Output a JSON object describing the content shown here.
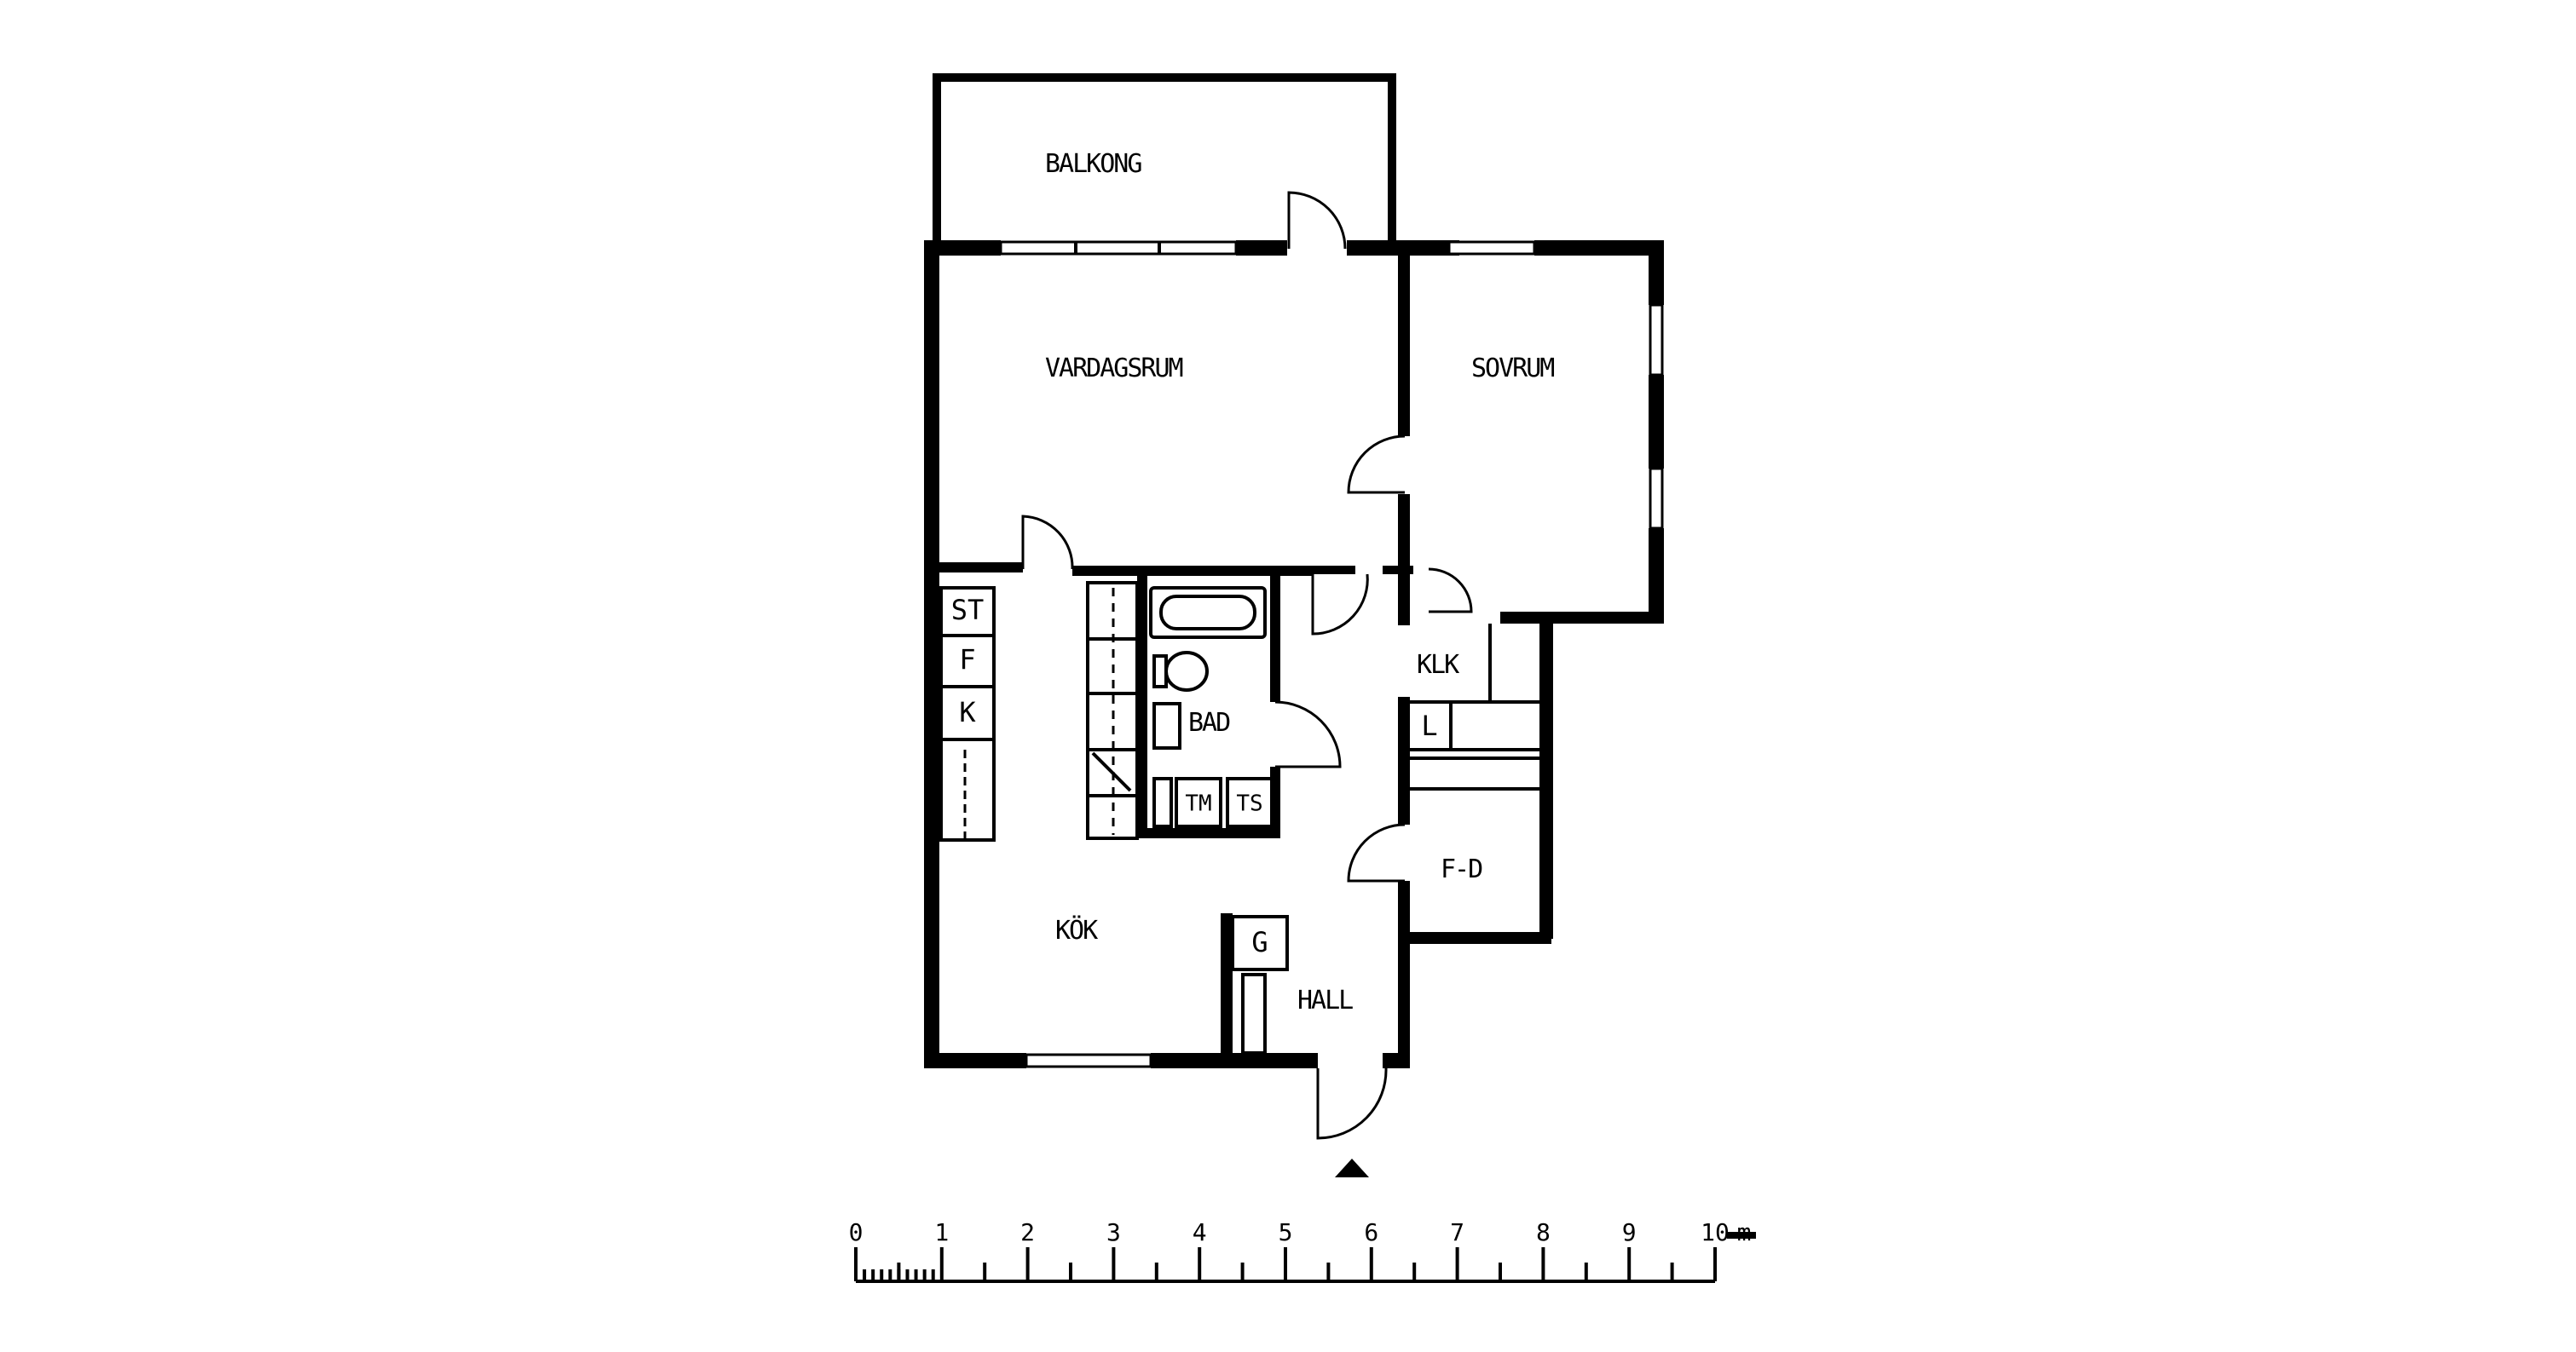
{
  "rooms": {
    "balcony": "BALKONG",
    "living_room": "VARDAGSRUM",
    "bedroom": "SOVRUM",
    "kitchen": "KÖK",
    "bathroom": "BAD",
    "hall": "HALL",
    "closet": "KLK",
    "storage": "F-D"
  },
  "fixtures": {
    "stove_top": "ST",
    "freezer": "F",
    "fridge": "K",
    "washer": "TM",
    "dryer": "TS",
    "linen": "L",
    "wardrobe": "G"
  },
  "scale": {
    "ticks": [
      "0",
      "1",
      "2",
      "3",
      "4",
      "5",
      "6",
      "7",
      "8",
      "9",
      "10"
    ],
    "unit": "m"
  }
}
